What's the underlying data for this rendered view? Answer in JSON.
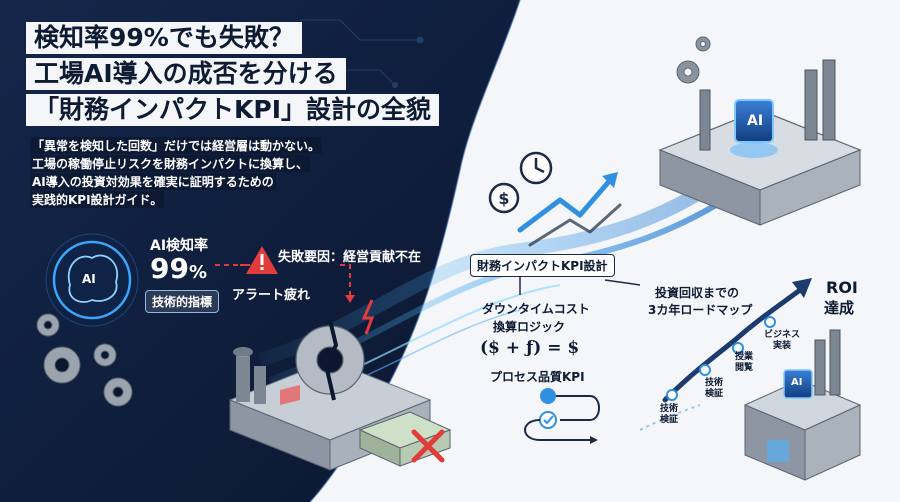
{
  "title": {
    "line1": "検知率99%でも失敗？",
    "line2": "工場AI導入の成否を分ける",
    "line3": "「財務インパクトKPI」設計の全貌"
  },
  "description": {
    "line1": "「異常を検知した回数」だけでは経営層は動かない。",
    "line2": "工場の稼働停止リスクを財務インパクトに換算し、",
    "line3": "AI導入の投資対効果を確実に証明するための",
    "line4": "実践的KPI設計ガイド。"
  },
  "left_panel": {
    "brain_label": "AI",
    "detect_label": "AI検知率",
    "detect_value": "99",
    "detect_unit": "%",
    "tech_badge": "技術的指標",
    "failure_cause": "失敗要因：経営貢献不在",
    "alert_label": "アラート疲れ"
  },
  "center": {
    "kpi_badge": "財務インパクトKPI設計",
    "downtime_line1": "ダウンタイムコスト",
    "downtime_line2": "換算ロジック",
    "formula": "($ + ƒ) = $",
    "quality_kpi": "プロセス品質KPI"
  },
  "right_panel": {
    "factory_chip": "AI",
    "roadmap_line1": "投資回収までの",
    "roadmap_line2": "3カ年ロードマップ",
    "roi_line1": "ROI",
    "roi_line2": "達成",
    "step1_line1": "技術",
    "step1_line2": "検証",
    "step2_line1": "技術",
    "step2_line2": "検証",
    "step3_line1": "授業",
    "step3_line2": "閲覧",
    "step4_line1": "ビジネス",
    "step4_line2": "実装",
    "small_factory_chip": "AI"
  },
  "colors": {
    "navy": "#0f1f3d",
    "accent_blue": "#2f8fe0",
    "alert_red": "#e23b3b",
    "light_bg": "#f4f6f9"
  }
}
